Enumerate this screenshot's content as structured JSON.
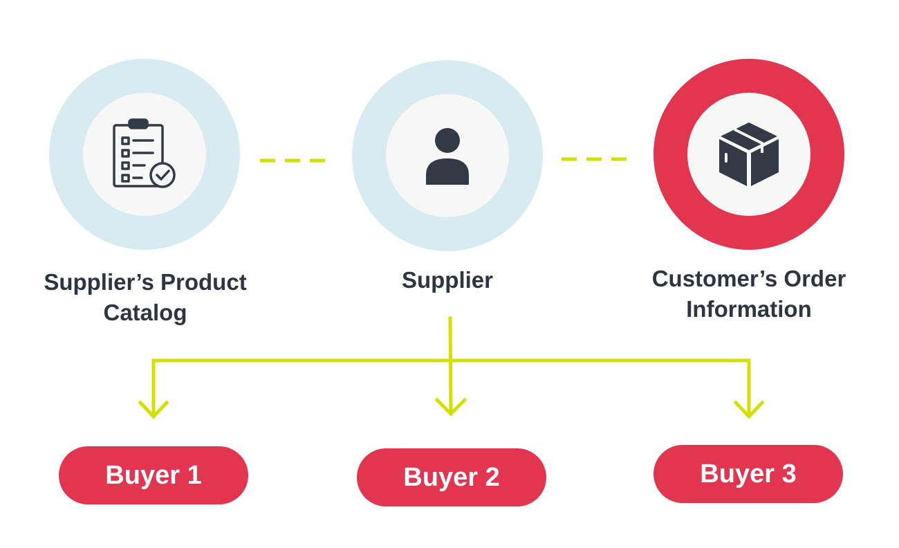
{
  "colors": {
    "ring_light": "#d7ebf1",
    "ring_accent": "#e23650",
    "inner_fill": "#f7f7f7",
    "connector": "#d4e100",
    "icon": "#333a46",
    "text": "#2e3440",
    "buyer_fill": "#e23650",
    "buyer_text": "#ffffff"
  },
  "nodes": [
    {
      "label_lines": [
        "Supplier’s Product",
        "Catalog"
      ],
      "icon": "clipboard-check-icon",
      "ring_color": "#d7ebf1"
    },
    {
      "label_lines": [
        "Supplier"
      ],
      "icon": "person-icon",
      "ring_color": "#d7ebf1"
    },
    {
      "label_lines": [
        "Customer’s Order",
        "Information"
      ],
      "icon": "package-box-icon",
      "ring_color": "#e23650"
    }
  ],
  "buyers": [
    {
      "label": "Buyer 1"
    },
    {
      "label": "Buyer 2"
    },
    {
      "label": "Buyer 3"
    }
  ]
}
